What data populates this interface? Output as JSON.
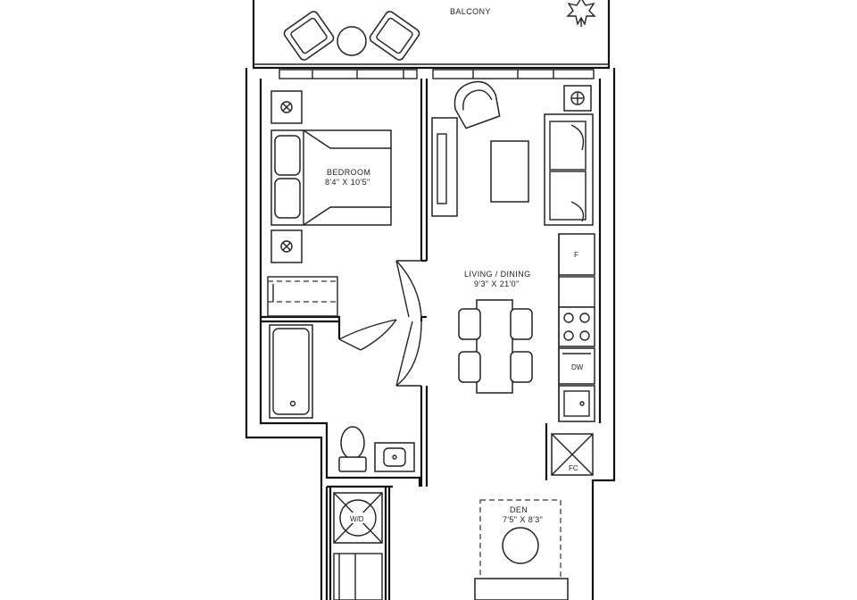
{
  "rooms": {
    "balcony": {
      "name": "BALCONY"
    },
    "bedroom": {
      "name": "BEDROOM",
      "size": "8'4\" X 10'5\""
    },
    "living": {
      "name": "LIVING / DINING",
      "size": "9'3\" X 21'0\""
    },
    "den": {
      "name": "DEN",
      "size": "7'5\" X 8'3\""
    }
  },
  "appliances": {
    "fridge": "F",
    "dishwasher": "DW",
    "washer_dryer": "W/D",
    "coat_closet": "FC"
  },
  "icons": {
    "plant": "plant-icon",
    "chair": "armchair-icon",
    "table": "table-icon",
    "sofa": "sofa-icon",
    "bed": "bed-icon",
    "toilet": "toilet-icon",
    "bathtub": "bathtub-icon",
    "sink": "sink-icon",
    "stove": "stove-icon",
    "lamp": "lamp-icon"
  }
}
